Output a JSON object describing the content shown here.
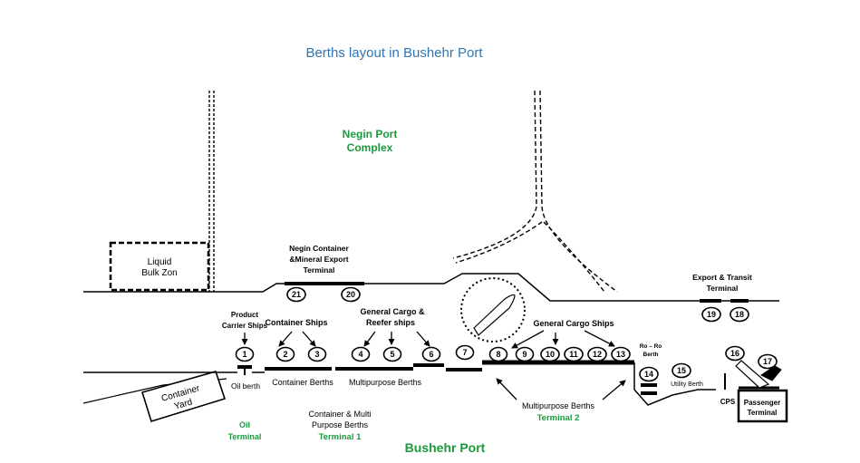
{
  "title": "Berths layout in Bushehr Port",
  "colors": {
    "title": "#2e75b6",
    "terminal": "#1a9a3c"
  },
  "areas": {
    "negin_line1": "Negin Port",
    "negin_line2": "Complex",
    "liquid_line1": "Liquid",
    "liquid_line2": "Bulk Zon",
    "negin_terminal_line1": "Negin Container",
    "negin_terminal_line2": "&Mineral Export",
    "negin_terminal_line3": "Terminal",
    "export_line1": "Export & Transit",
    "export_line2": "Terminal",
    "product_line1": "Product",
    "product_line2": "Carrier Ships",
    "container_ships": "Container Ships",
    "general_reefer_line1": "General Cargo &",
    "general_reefer_line2": "Reefer ships",
    "general_cargo_ships": "General Cargo Ships",
    "roro_line1": "Ro – Ro",
    "roro_line2": "Berth",
    "oil_berth": "Oil berth",
    "container_berths": "Container Berths",
    "multipurpose_berths_1": "Multipurpose Berths",
    "multipurpose_berths_2": "Multipurpose Berths",
    "utility_berth": "Utility Berth",
    "cps": "CPS",
    "container_yard_line1": "Container",
    "container_yard_line2": "Yard",
    "passenger_line1": "Passenger",
    "passenger_line2": "Terminal",
    "cm_line1": "Container & Multi",
    "cm_line2": "Purpose Berths",
    "oil_terminal_line1": "Oil",
    "oil_terminal_line2": "Terminal",
    "terminal1": "Terminal 1",
    "terminal2": "Terminal 2",
    "bushehr_port": "Bushehr Port"
  },
  "berths": [
    "1",
    "2",
    "3",
    "4",
    "5",
    "6",
    "7",
    "8",
    "9",
    "10",
    "11",
    "12",
    "13",
    "14",
    "15",
    "16",
    "17",
    "18",
    "19",
    "20",
    "21"
  ]
}
